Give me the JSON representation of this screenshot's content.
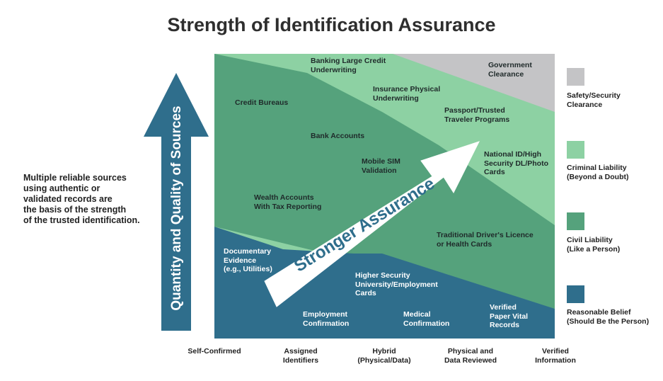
{
  "title": "Strength of Identification Assurance",
  "vertical_arrow_label": "Quantity and Quality of Sources",
  "diagonal_arrow_label": "Stronger Assurance",
  "side_text": "Multiple reliable sources\nusing authentic or\nvalidated records are\nthe basis of the strength\nof the trusted identification.",
  "colors": {
    "safety": "#c4c4c6",
    "criminal": "#8dd1a3",
    "civil": "#55a27c",
    "reasonable": "#2f6e8c",
    "arrow": "#2f6e8c",
    "diag_arrow_text": "#2f6e8c"
  },
  "regions": [
    {
      "text": "Banking Large Credit\nUnderwriting",
      "tone": "dark"
    },
    {
      "text": "Government\nClearance",
      "tone": "dark"
    },
    {
      "text": "Credit Bureaus",
      "tone": "dark"
    },
    {
      "text": "Insurance Physical\nUnderwriting",
      "tone": "dark"
    },
    {
      "text": "Passport/Trusted\nTraveler Programs",
      "tone": "dark"
    },
    {
      "text": "Bank Accounts",
      "tone": "dark"
    },
    {
      "text": "National ID/High\nSecurity DL/Photo\nCards",
      "tone": "dark"
    },
    {
      "text": "Mobile SIM\nValidation",
      "tone": "dark"
    },
    {
      "text": "Wealth Accounts\nWith Tax Reporting",
      "tone": "dark"
    },
    {
      "text": "Traditional Driver's Licence\nor Health Cards",
      "tone": "dark"
    },
    {
      "text": "Documentary\nEvidence\n(e.g., Utilities)",
      "tone": "light"
    },
    {
      "text": "Higher Security\nUniversity/Employment\nCards",
      "tone": "light"
    },
    {
      "text": "Employment\nConfirmation",
      "tone": "light"
    },
    {
      "text": "Medical\nConfirmation",
      "tone": "light"
    },
    {
      "text": "Verified\nPaper Vital\nRecords",
      "tone": "light"
    }
  ],
  "legend": [
    {
      "label": "Safety/Security\nClearance",
      "color": "#c4c4c6"
    },
    {
      "label": "Criminal Liability\n(Beyond a Doubt)",
      "color": "#8dd1a3"
    },
    {
      "label": "Civil Liability\n(Like a Person)",
      "color": "#55a27c"
    },
    {
      "label": "Reasonable Belief\n(Should Be the Person)",
      "color": "#2f6e8c"
    }
  ],
  "x_axis": [
    "Self-Confirmed",
    "Assigned\nIdentifiers",
    "Hybrid\n(Physical/Data)",
    "Physical and\nData Reviewed",
    "Verified\nInformation"
  ]
}
